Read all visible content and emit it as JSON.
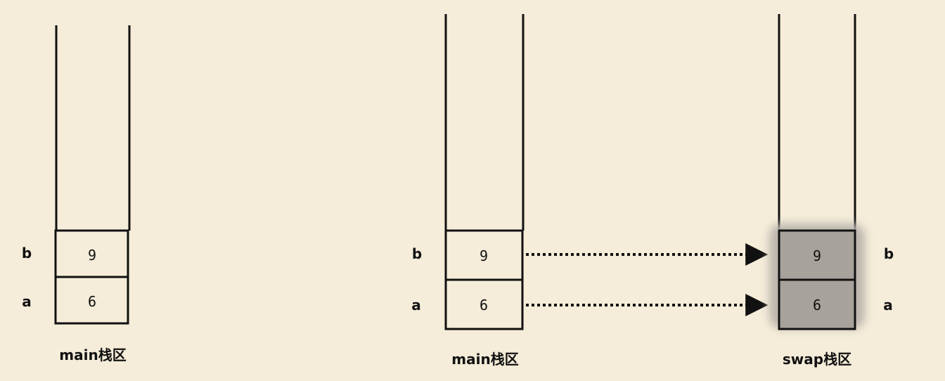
{
  "diagrams": [
    {
      "stack_label": "main栈区",
      "cells": [
        {
          "var": "b",
          "value": "9"
        },
        {
          "var": "a",
          "value": "6"
        }
      ]
    },
    {
      "stack_label": "main栈区",
      "cells": [
        {
          "var": "b",
          "value": "9"
        },
        {
          "var": "a",
          "value": "6"
        }
      ]
    },
    {
      "stack_label": "swap栈区",
      "cells": [
        {
          "var": "b",
          "value": "9"
        },
        {
          "var": "a",
          "value": "6"
        }
      ]
    }
  ],
  "colors": {
    "background": "#f5ecd9",
    "stroke": "#111111",
    "highlight_fill": "#a7a29b",
    "highlight_glow": "#bcb6ad"
  }
}
